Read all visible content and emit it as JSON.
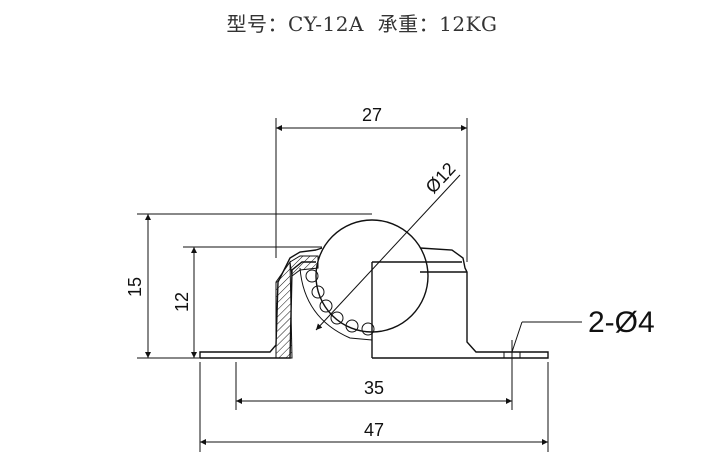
{
  "title": {
    "model_label": "型号：",
    "model_value": "CY-12A",
    "load_label": "承重：",
    "load_value": "12KG"
  },
  "dimensions": {
    "top_width": "27",
    "ball_diameter": "Ø12",
    "total_height": "15",
    "body_height": "12",
    "hole_spacing": "35",
    "total_width": "47",
    "holes_callout": "2-Ø4"
  }
}
